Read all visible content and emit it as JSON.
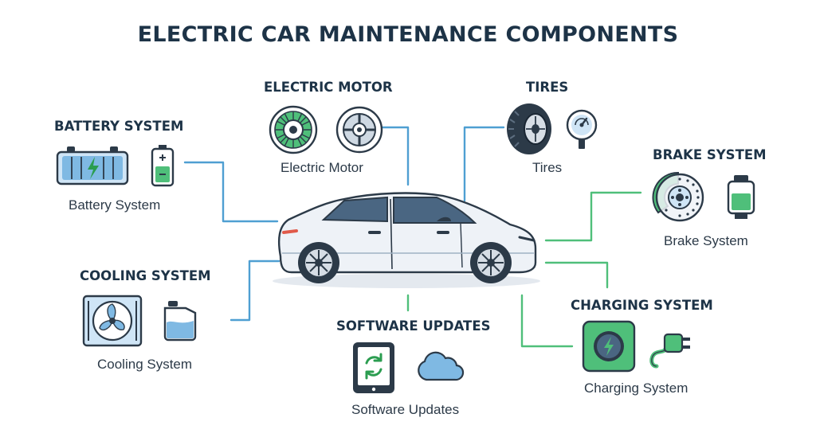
{
  "title": "ELECTRIC CAR MAINTENANCE COMPONENTS",
  "colors": {
    "text_dark": "#1d3347",
    "outline": "#2c3a48",
    "blue_accent": "#4f9fd2",
    "blue_light": "#cfe5f6",
    "green_accent": "#4fbf7a",
    "green_light": "#d6f1df",
    "car_body": "#eef2f7"
  },
  "components": {
    "battery": {
      "heading": "BATTERY SYSTEM",
      "caption": "Battery System",
      "icons": [
        "battery-pack-icon",
        "battery-level-icon"
      ]
    },
    "motor": {
      "heading": "ELECTRIC MOTOR",
      "caption": "Electric Motor",
      "icons": [
        "motor-stator-icon",
        "motor-rotor-icon"
      ]
    },
    "tires": {
      "heading": "TIRES",
      "caption": "Tires",
      "icons": [
        "tire-icon",
        "pressure-gauge-icon"
      ]
    },
    "brakes": {
      "heading": "BRAKE SYSTEM",
      "caption": "Brake System",
      "icons": [
        "brake-disc-icon",
        "brake-fluid-icon"
      ]
    },
    "cooling": {
      "heading": "COOLING SYSTEM",
      "caption": "Cooling System",
      "icons": [
        "radiator-fan-icon",
        "coolant-reservoir-icon"
      ]
    },
    "software": {
      "heading": "SOFTWARE UPDATES",
      "caption": "Software Updates",
      "icons": [
        "tablet-sync-icon",
        "cloud-icon"
      ]
    },
    "charging": {
      "heading": "CHARGING SYSTEM",
      "caption": "Charging System",
      "icons": [
        "charging-station-icon",
        "charging-plug-icon"
      ]
    }
  }
}
